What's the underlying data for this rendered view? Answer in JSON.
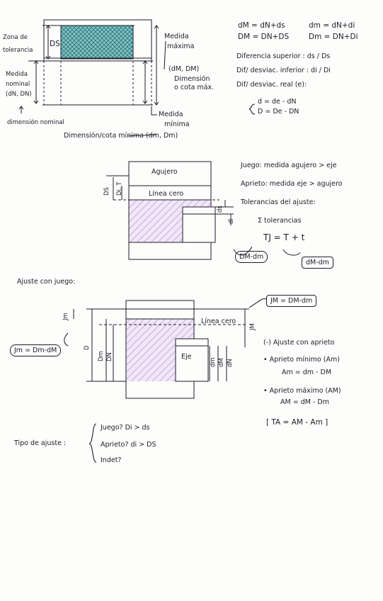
{
  "diagram1": {
    "zona_tolerancia": [
      "Zona de",
      "tolerancia"
    ],
    "ds": "DS",
    "medida_maxima": [
      "Medida",
      "máxima"
    ],
    "dm_DM": "(dM, DM)",
    "dimension_max": [
      "Dimensión",
      "o cota máx."
    ],
    "medida_nominal": [
      "Medida",
      "nominal",
      "(dN, DN)"
    ],
    "dimension_nominal": "dimensión nominal",
    "medida_minima": [
      "Medida",
      "mínima"
    ],
    "dimension_minima": "Dimensión/cota mínima (dm, Dm)"
  },
  "formulas": {
    "f1": "dM = dN+ds",
    "f2": "dm = dN+di",
    "f3": "DM = DN+DS",
    "f4": "Dm = DN+Di",
    "dif_sup": "Diferencia superior : ds / Ds",
    "dif_inf": "Dif/ desviac. inferior : di / Di",
    "dif_real": "Dif/ desviac. real (e):",
    "d_eq": "d = de - dN",
    "D_eq": "D = De - DN"
  },
  "diagram2": {
    "agujero": "Agujero",
    "linea_cero": "Línea cero",
    "ds": "DS",
    "di_t": "Di, T",
    "ds_small": "ds",
    "di_small": "di"
  },
  "definitions": {
    "juego": "Juego: medida agujero > eje",
    "aprieto": "Aprieto: medida eje > agujero",
    "tolerancias": "Tolerancias del ajuste:",
    "sum": "Σ tolerancias",
    "tj": "TJ = T + t",
    "dm_dm_left": "DM-dm",
    "dm_dm_right": "dM-dm"
  },
  "ajuste_juego": {
    "title": "Ajuste con juego:",
    "jm_box_top": "JM = DM-dm",
    "jm_box_left": "Jm = Dm-dM",
    "linea_cero": "Línea cero",
    "eje": "Eje",
    "lbl_jm": "Jm",
    "lbl_d": "D",
    "lbl_dn": "DN",
    "lbl_dm": "Dm",
    "lbl_jm_right": "JM",
    "lbl_dm_small": "dm",
    "lbl_dM": "dM",
    "lbl_dN": "dN"
  },
  "ajuste_aprieto": {
    "title": "(-) Ajuste con aprieto",
    "min": "• Aprieto mínimo (Am)",
    "min_eq": "Am = dm - DM",
    "max": "• Aprieto máximo (AM)",
    "max_eq": "AM = dM - Dm",
    "ta": "[ TA = AM - Am ]"
  },
  "tipo_ajuste": {
    "label": "Tipo de ajuste :",
    "juego": "Juego?  Di > ds",
    "aprieto": "Aprieto?  di > DS",
    "indet": "Indet?"
  }
}
